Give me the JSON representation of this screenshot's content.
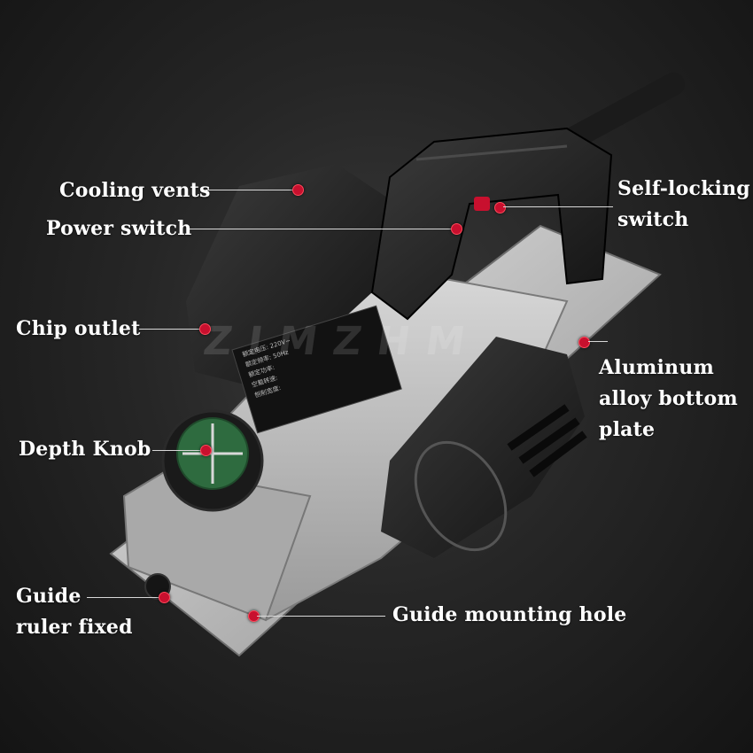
{
  "image": {
    "subject": "Electric wood planer",
    "background_color": "#1c1c1c",
    "accent_color": "#c8102e",
    "knob_color": "#2e6b3f"
  },
  "watermark": {
    "text": "ZIMZHM"
  },
  "nameplate": {
    "rows": [
      "额定电压: 220V~",
      "额定频率: 50Hz",
      "额定功率:",
      "空载转速:",
      "刨削宽度:"
    ]
  },
  "callouts": {
    "cooling_vents": "Cooling vents",
    "power_switch": "Power switch",
    "self_locking": [
      "Self-locking",
      "switch"
    ],
    "chip_outlet": "Chip outlet",
    "aluminum_plate": [
      "Aluminum",
      "alloy bottom",
      "plate"
    ],
    "depth_knob": "Depth Knob",
    "guide_ruler": [
      "Guide",
      "ruler fixed"
    ],
    "guide_hole": "Guide mounting hole"
  }
}
